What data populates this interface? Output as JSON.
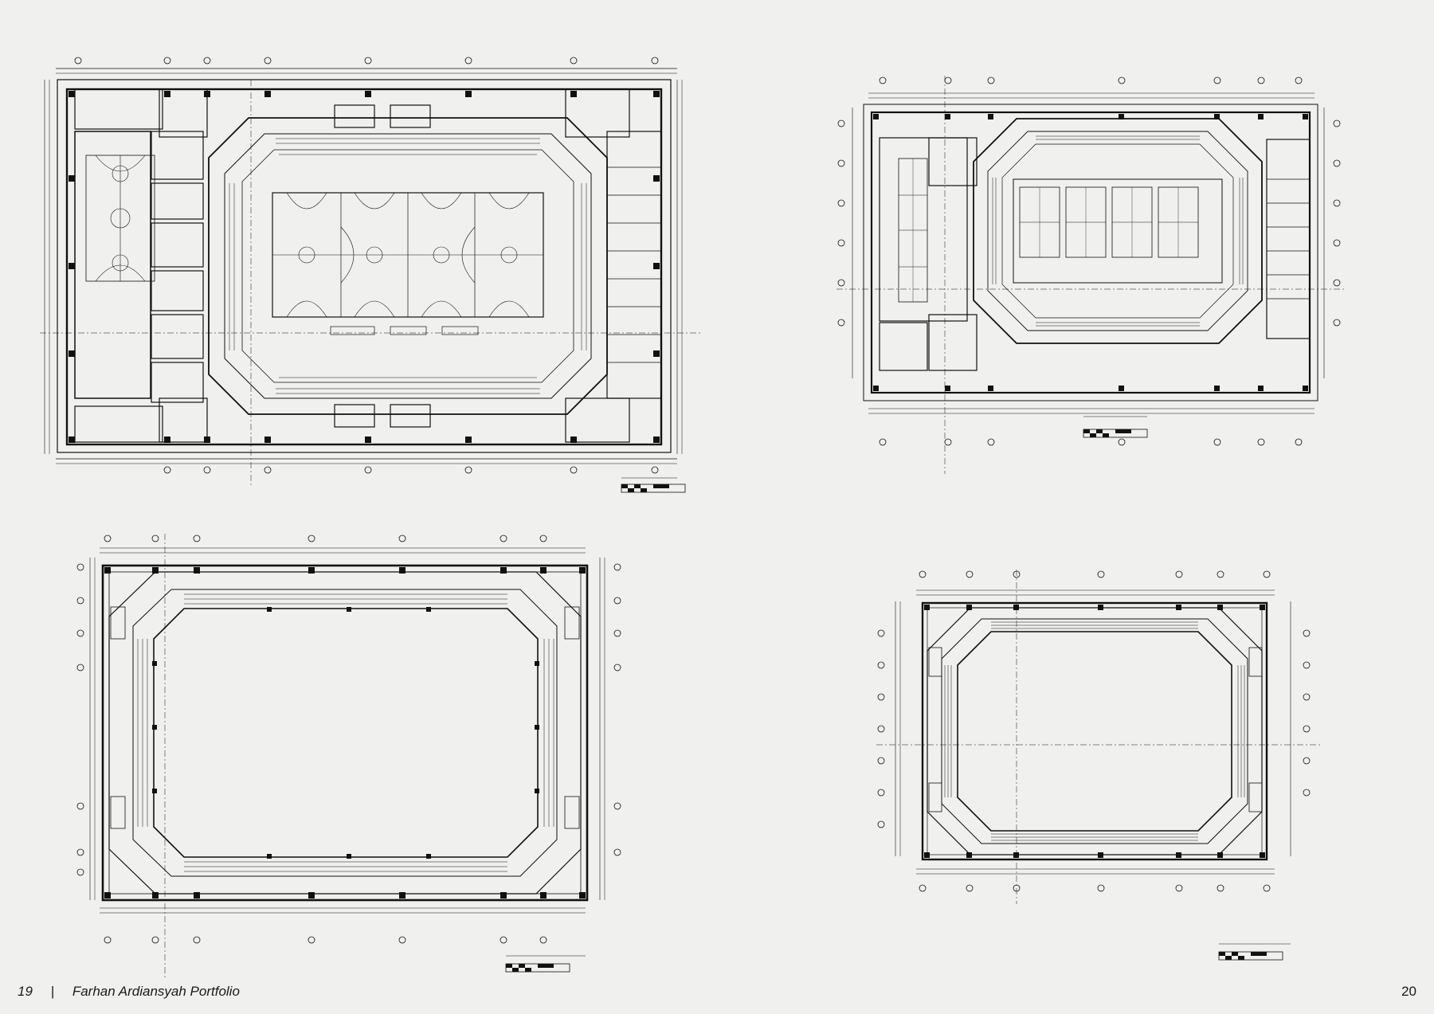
{
  "footer": {
    "left_page": "19",
    "separator": "|",
    "portfolio_title": "Farhan Ardiansyah Portfolio",
    "right_page": "20"
  },
  "drawings": [
    {
      "id": "plan-1",
      "label": "floor-plan-large-level-1"
    },
    {
      "id": "plan-2",
      "label": "floor-plan-small-level-1"
    },
    {
      "id": "plan-3",
      "label": "floor-plan-large-level-2"
    },
    {
      "id": "plan-4",
      "label": "floor-plan-small-level-2"
    }
  ],
  "colors": {
    "paper": "#f0f0ef",
    "ink": "#1a1a1a",
    "wall": "#111111"
  }
}
